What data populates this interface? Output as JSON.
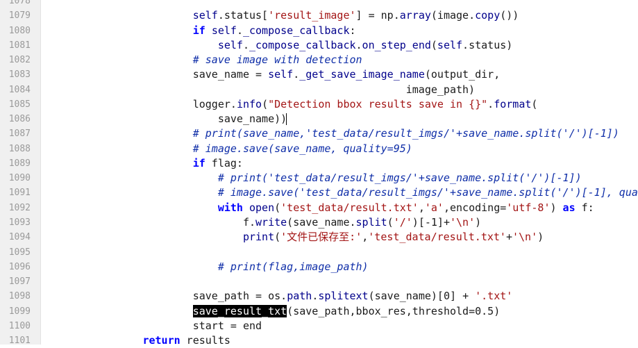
{
  "editor": {
    "lines": [
      {
        "num": "1078",
        "indent": 0,
        "tokens": []
      },
      {
        "num": "1079",
        "indent": 24,
        "tokens": [
          {
            "t": "self",
            "c": "self"
          },
          {
            "t": ".status[",
            "c": "op"
          },
          {
            "t": "'result_image'",
            "c": "str"
          },
          {
            "t": "] ",
            "c": "op"
          },
          {
            "t": "=",
            "c": "op"
          },
          {
            "t": " np.",
            "c": "name"
          },
          {
            "t": "array",
            "c": "fn"
          },
          {
            "t": "(image.",
            "c": "name"
          },
          {
            "t": "copy",
            "c": "fn"
          },
          {
            "t": "())",
            "c": "op"
          }
        ]
      },
      {
        "num": "1080",
        "indent": 24,
        "tokens": [
          {
            "t": "if",
            "c": "kw"
          },
          {
            "t": " ",
            "c": "op"
          },
          {
            "t": "self",
            "c": "self"
          },
          {
            "t": ".",
            "c": "op"
          },
          {
            "t": "_compose_callback",
            "c": "attr"
          },
          {
            "t": ":",
            "c": "op"
          }
        ]
      },
      {
        "num": "1081",
        "indent": 28,
        "tokens": [
          {
            "t": "self",
            "c": "self"
          },
          {
            "t": ".",
            "c": "op"
          },
          {
            "t": "_compose_callback",
            "c": "attr"
          },
          {
            "t": ".",
            "c": "op"
          },
          {
            "t": "on_step_end",
            "c": "fn"
          },
          {
            "t": "(",
            "c": "op"
          },
          {
            "t": "self",
            "c": "self"
          },
          {
            "t": ".status)",
            "c": "op"
          }
        ]
      },
      {
        "num": "1082",
        "indent": 24,
        "tokens": [
          {
            "t": "# save image with detection",
            "c": "comment"
          }
        ]
      },
      {
        "num": "1083",
        "indent": 24,
        "tokens": [
          {
            "t": "save_name ",
            "c": "name"
          },
          {
            "t": "=",
            "c": "op"
          },
          {
            "t": " ",
            "c": "op"
          },
          {
            "t": "self",
            "c": "self"
          },
          {
            "t": ".",
            "c": "op"
          },
          {
            "t": "_get_save_image_name",
            "c": "fn"
          },
          {
            "t": "(output_dir,",
            "c": "op"
          }
        ]
      },
      {
        "num": "1084",
        "indent": 58,
        "tokens": [
          {
            "t": "image_path)",
            "c": "name"
          }
        ]
      },
      {
        "num": "1085",
        "indent": 24,
        "tokens": [
          {
            "t": "logger.",
            "c": "name"
          },
          {
            "t": "info",
            "c": "fn"
          },
          {
            "t": "(",
            "c": "op"
          },
          {
            "t": "\"Detection bbox results save in {}\"",
            "c": "str"
          },
          {
            "t": ".",
            "c": "op"
          },
          {
            "t": "format",
            "c": "fn"
          },
          {
            "t": "(",
            "c": "op"
          }
        ]
      },
      {
        "num": "1086",
        "indent": 28,
        "caret": true,
        "tokens": [
          {
            "t": "save_name))",
            "c": "name"
          }
        ]
      },
      {
        "num": "1087",
        "indent": 24,
        "tokens": [
          {
            "t": "# print(save_name,'test_data/result_imgs/'+save_name.split('/')[-1])",
            "c": "comment"
          }
        ]
      },
      {
        "num": "1088",
        "indent": 24,
        "tokens": [
          {
            "t": "# image.save(save_name, quality=95)",
            "c": "comment"
          }
        ]
      },
      {
        "num": "1089",
        "indent": 24,
        "tokens": [
          {
            "t": "if",
            "c": "kw"
          },
          {
            "t": " flag:",
            "c": "name"
          }
        ]
      },
      {
        "num": "1090",
        "indent": 28,
        "tokens": [
          {
            "t": "# print('test_data/result_imgs/'+save_name.split('/')[-1])",
            "c": "comment"
          }
        ]
      },
      {
        "num": "1091",
        "indent": 28,
        "tokens": [
          {
            "t": "# image.save('test_data/result_imgs/'+save_name.split('/')[-1], qua",
            "c": "comment"
          }
        ]
      },
      {
        "num": "1092",
        "indent": 28,
        "tokens": [
          {
            "t": "with",
            "c": "kw"
          },
          {
            "t": " ",
            "c": "op"
          },
          {
            "t": "open",
            "c": "fn"
          },
          {
            "t": "(",
            "c": "op"
          },
          {
            "t": "'test_data/result.txt'",
            "c": "str"
          },
          {
            "t": ",",
            "c": "op"
          },
          {
            "t": "'a'",
            "c": "str"
          },
          {
            "t": ",encoding=",
            "c": "name"
          },
          {
            "t": "'utf-8'",
            "c": "str"
          },
          {
            "t": ") ",
            "c": "op"
          },
          {
            "t": "as",
            "c": "kw"
          },
          {
            "t": " f:",
            "c": "name"
          }
        ]
      },
      {
        "num": "1093",
        "indent": 32,
        "tokens": [
          {
            "t": "f.",
            "c": "name"
          },
          {
            "t": "write",
            "c": "fn"
          },
          {
            "t": "(save_name.",
            "c": "name"
          },
          {
            "t": "split",
            "c": "fn"
          },
          {
            "t": "(",
            "c": "op"
          },
          {
            "t": "'/'",
            "c": "str"
          },
          {
            "t": ")[-1]+",
            "c": "op"
          },
          {
            "t": "'\\n'",
            "c": "str"
          },
          {
            "t": ")",
            "c": "op"
          }
        ]
      },
      {
        "num": "1094",
        "indent": 32,
        "tokens": [
          {
            "t": "print",
            "c": "fn"
          },
          {
            "t": "(",
            "c": "op"
          },
          {
            "t": "'文件已保存至:'",
            "c": "str"
          },
          {
            "t": ",",
            "c": "op"
          },
          {
            "t": "'test_data/result.txt'",
            "c": "str"
          },
          {
            "t": "+",
            "c": "op"
          },
          {
            "t": "'\\n'",
            "c": "str"
          },
          {
            "t": ")",
            "c": "op"
          }
        ]
      },
      {
        "num": "1095",
        "indent": 0,
        "tokens": []
      },
      {
        "num": "1096",
        "indent": 28,
        "tokens": [
          {
            "t": "# print(flag,image_path)",
            "c": "comment"
          }
        ]
      },
      {
        "num": "1097",
        "indent": 0,
        "tokens": []
      },
      {
        "num": "1098",
        "indent": 24,
        "tokens": [
          {
            "t": "save_path ",
            "c": "name"
          },
          {
            "t": "=",
            "c": "op"
          },
          {
            "t": " os.",
            "c": "name"
          },
          {
            "t": "path",
            "c": "attr"
          },
          {
            "t": ".",
            "c": "op"
          },
          {
            "t": "splitext",
            "c": "fn"
          },
          {
            "t": "(save_name)[0] ",
            "c": "name"
          },
          {
            "t": "+",
            "c": "op"
          },
          {
            "t": " ",
            "c": "op"
          },
          {
            "t": "'.txt'",
            "c": "str"
          }
        ]
      },
      {
        "num": "1099",
        "indent": 24,
        "tokens": [
          {
            "t": "save_result_txt",
            "c": "hl"
          },
          {
            "t": "(save_path,bbox_res,threshold=0.5)",
            "c": "name"
          }
        ]
      },
      {
        "num": "1100",
        "indent": 24,
        "tokens": [
          {
            "t": "start ",
            "c": "name"
          },
          {
            "t": "=",
            "c": "op"
          },
          {
            "t": " end",
            "c": "name"
          }
        ]
      },
      {
        "num": "1101",
        "indent": 16,
        "tokens": [
          {
            "t": "return",
            "c": "kw"
          },
          {
            "t": " results",
            "c": "name"
          }
        ]
      }
    ]
  }
}
